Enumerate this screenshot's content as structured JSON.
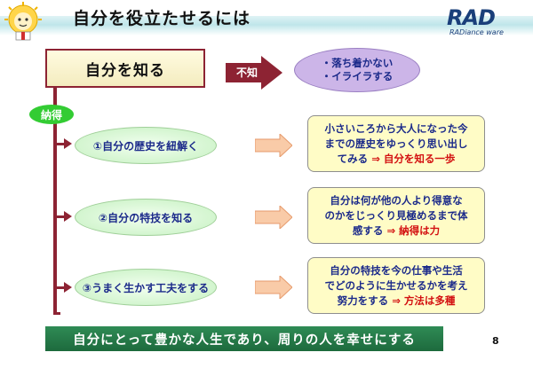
{
  "title": "自分を役立たせるには",
  "logo": {
    "text": "RAD",
    "subtitle": "RADiance ware"
  },
  "main_box": "自分を知る",
  "fuchi_label": "不知",
  "oval_top": {
    "line1": "・落ち着かない",
    "line2": "・イライラする"
  },
  "nattoku": "納得",
  "steps": [
    {
      "label": "①自分の歴史を紐解く",
      "desc_line1": "小さいころから大人になった今",
      "desc_line2": "までの歴史をゆっくり思い出し",
      "desc_line3_pre": "てみる ",
      "desc_line3_em": "⇒ 自分を知る一歩"
    },
    {
      "label": "②自分の特技を知る",
      "desc_line1": "自分は何が他の人より得意な",
      "desc_line2": "のかをじっくり見極めるまで体",
      "desc_line3_pre": "感する ",
      "desc_line3_em": "⇒ 納得は力"
    },
    {
      "label": "③うまく生かす工夫をする",
      "desc_line1": "自分の特技を今の仕事や生活",
      "desc_line2": "でどのように生かせるかを考え",
      "desc_line3_pre": "努力をする ",
      "desc_line3_em": "⇒ 方法は多種"
    }
  ],
  "bottom_text": "自分にとって豊かな人生であり、周りの人を幸せにする",
  "page_number": "8",
  "colors": {
    "border_maroon": "#8d2333",
    "text_blue": "#1b2a8a",
    "emphasis_red": "#d31010",
    "bottom_green": "#1d6a3d",
    "oval_purple": "#ccb5e8",
    "arrow_orange": "#f4b183"
  }
}
